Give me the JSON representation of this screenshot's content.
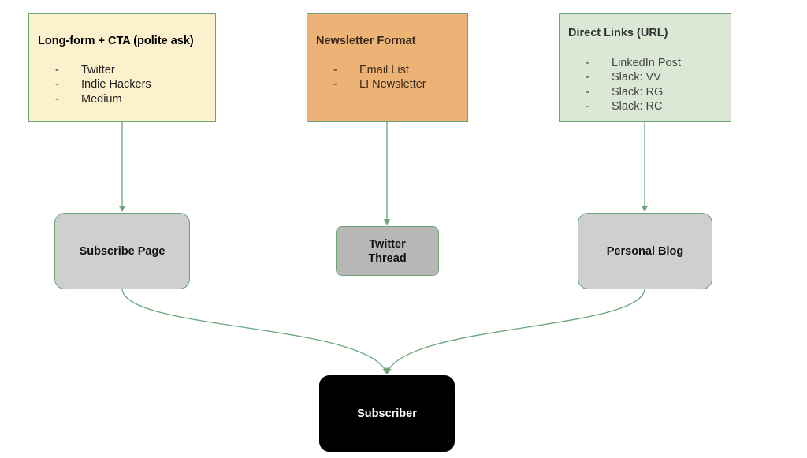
{
  "sources": [
    {
      "title": "Long-form + CTA (polite ask)",
      "items": [
        "Twitter",
        "Indie Hackers",
        "Medium"
      ]
    },
    {
      "title": "Newsletter Format",
      "items": [
        "Email List",
        "LI Newsletter"
      ]
    },
    {
      "title": "Direct Links (URL)",
      "items": [
        "LinkedIn Post",
        "Slack: VV",
        "Slack: RG",
        "Slack: RC"
      ]
    }
  ],
  "bullet": "-",
  "intermediates": {
    "subscribe_page": "Subscribe Page",
    "twitter_thread": [
      "Twitter",
      "Thread"
    ],
    "personal_blog": "Personal Blog"
  },
  "target": "Subscriber",
  "colors": {
    "connector": "#6aa57a",
    "longform_fill": "#fdf1cd",
    "newsletter_fill": "#ecb276",
    "direct_fill": "#dbe8d5",
    "intermediate_fill": "#cfcfcf",
    "thread_fill": "#b7b7b7",
    "target_fill": "#000000"
  }
}
